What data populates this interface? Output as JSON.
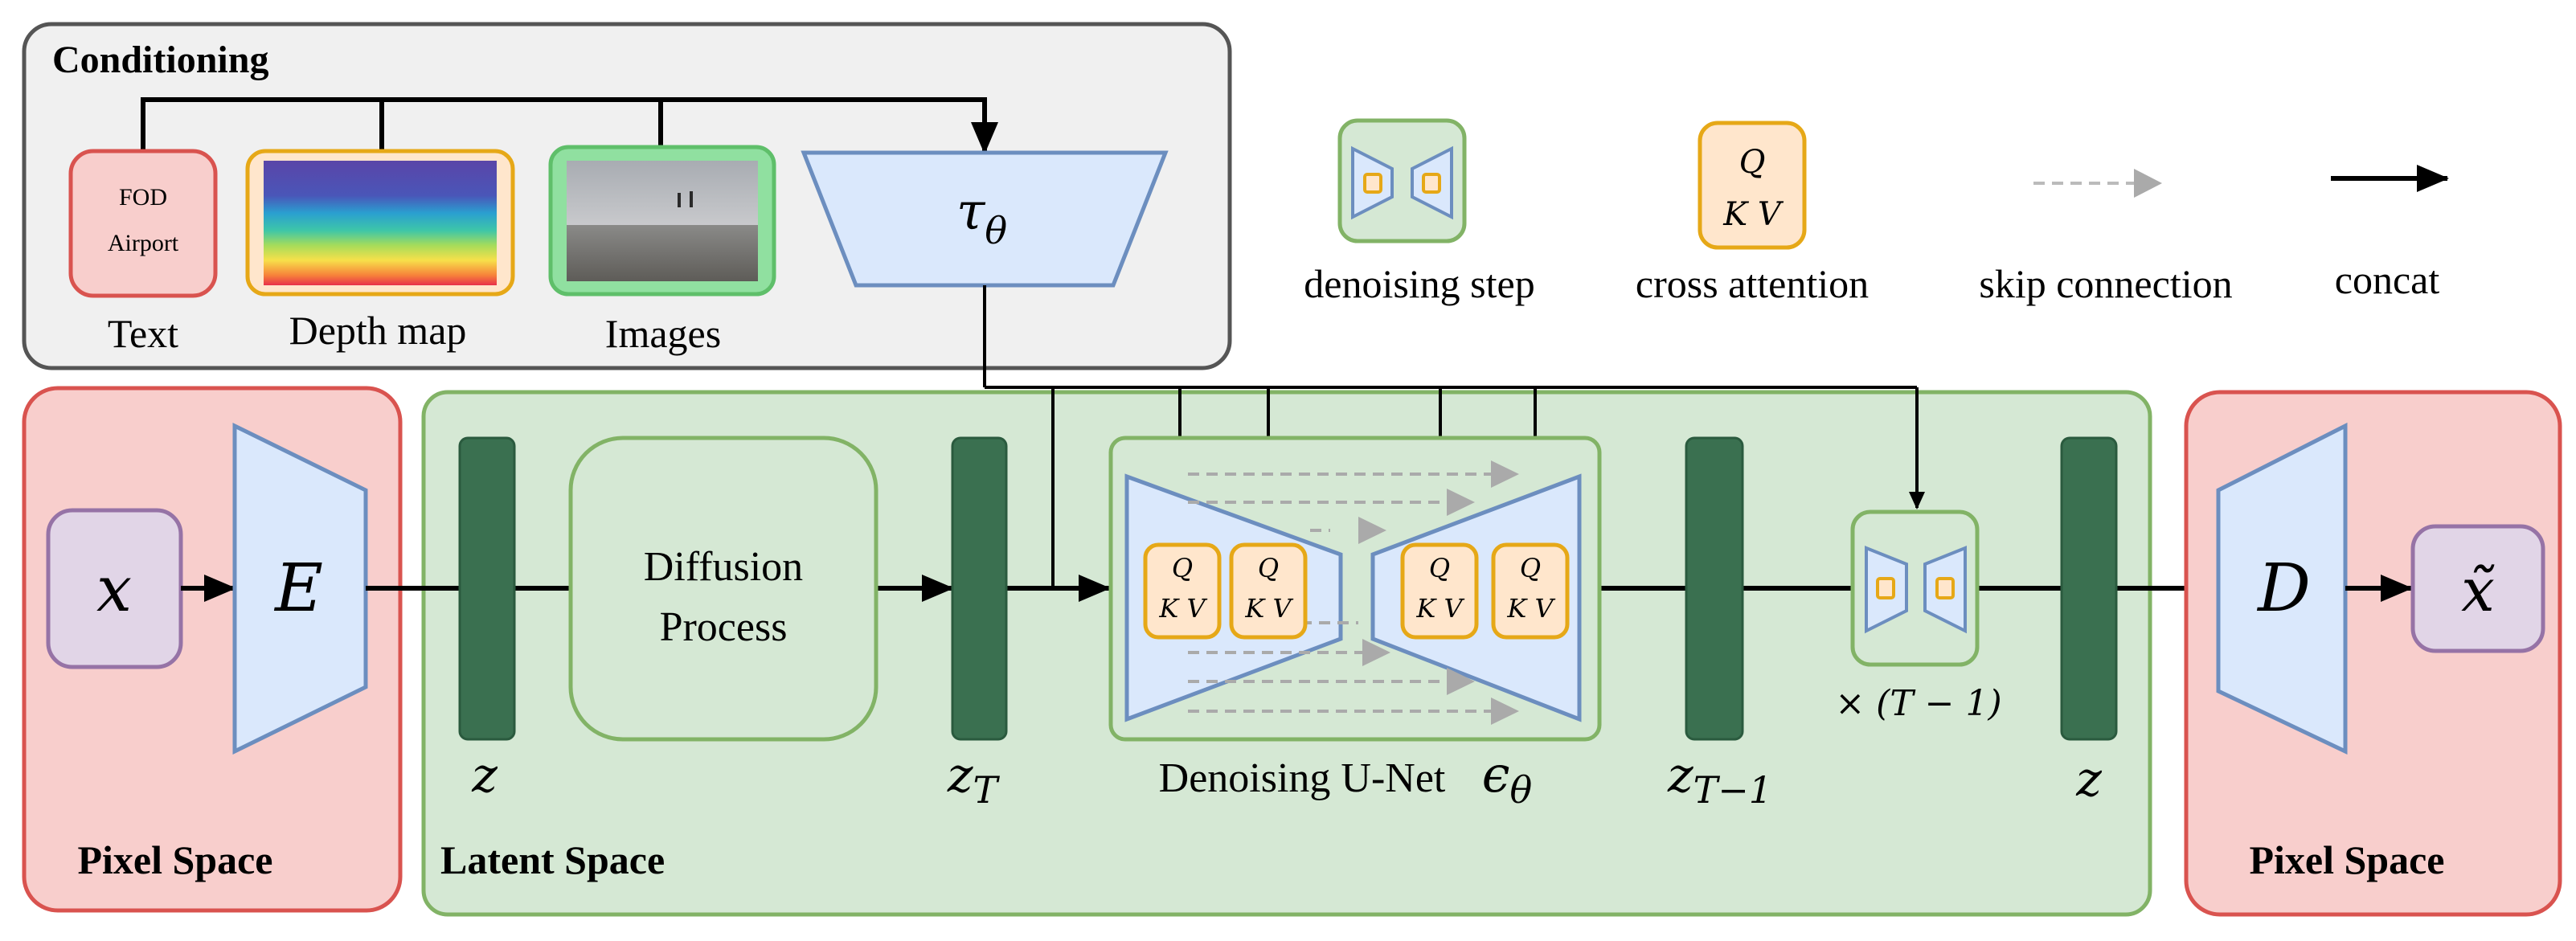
{
  "conditioning": {
    "title": "Conditioning",
    "text_box_lines": [
      "FOD",
      "Airport"
    ],
    "text_label": "Text",
    "depth_label": "Depth map",
    "images_label": "Images",
    "tau": "τ",
    "tau_sub": "θ"
  },
  "legend": {
    "denoising_step": "denoising step",
    "cross_attention": "cross attention",
    "skip_connection": "skip connection",
    "concat": "concat",
    "q": "Q",
    "kv": "K V"
  },
  "pixel_left": {
    "title": "Pixel Space",
    "x": "x",
    "encoder": "E"
  },
  "latent": {
    "title": "Latent Space",
    "z": "z",
    "diffusion_lines": [
      "Diffusion",
      "Process"
    ],
    "zT": "z",
    "zT_sub": "T",
    "unet_label": "Denoising U-Net",
    "epsilon": "ϵ",
    "epsilon_sub": "θ",
    "zT1": "z",
    "zT1_sub": "T−1",
    "repeat_label": "× (T − 1)",
    "z_end": "z"
  },
  "pixel_right": {
    "title": "Pixel Space",
    "decoder": "D",
    "x_tilde": "x̃"
  },
  "colors": {
    "pixel_fill": "#f8cecc",
    "pixel_stroke": "#d9534f",
    "latent_fill": "#d5e8d4",
    "latent_stroke": "#82b366",
    "cond_fill": "#f0f0f0",
    "blue_fill": "#dae8fc",
    "blue_stroke": "#6c8ebf",
    "orange_fill": "#ffe6cc",
    "orange_stroke": "#e6a817",
    "purple_fill": "#e1d5e7",
    "purple_stroke": "#9673a6",
    "dark_green": "#3a7050"
  }
}
